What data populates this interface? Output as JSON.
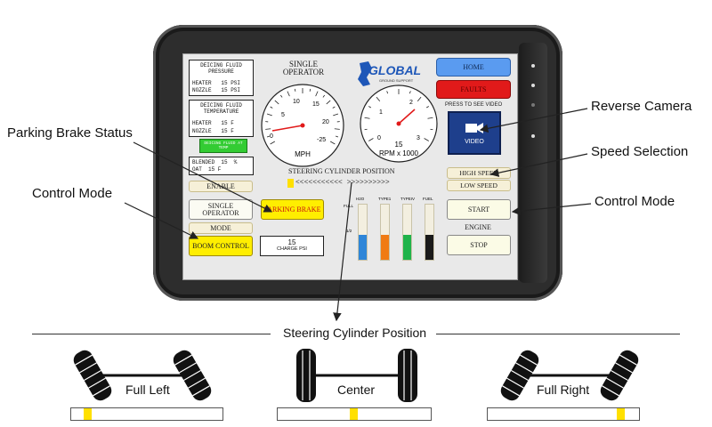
{
  "screen": {
    "deicing_pressure": {
      "title": "DEICING FLUID PRESSURE",
      "heater": "HEATER   15 PSI",
      "nozzle": "NOZZLE   15 PSI"
    },
    "deicing_temp": {
      "title": "DEICING FLUID TEMPERATURE",
      "heater": "HEATER   15 F",
      "nozzle": "NOZZLE   15 F"
    },
    "at_temp_badge": "DEICING FLUID AT TEMP",
    "blend": {
      "blended": "BLENDED  15  %",
      "oat": "OAT  15 F"
    },
    "enable_label": "ENABLE",
    "operator_button": "SINGLE OPERATOR",
    "mode_label": "MODE",
    "boom_button": "BOOM CONTROL",
    "operator_title": "SINGLE OPERATOR",
    "parking_brake_button": "PARKING BRAKE",
    "charge": {
      "value": "15",
      "unit": "CHARGE PSI"
    },
    "speed_gauge": {
      "unit": "MPH",
      "ticks": [
        "0",
        "5",
        "10",
        "15",
        "20",
        "-25"
      ]
    },
    "rpm_gauge": {
      "unit": "RPM x 1000",
      "value": "15",
      "ticks": [
        "0",
        "1",
        "2",
        "3"
      ]
    },
    "logo": {
      "name": "GLOBAL",
      "tagline": "GROUND SUPPORT"
    },
    "home_button": "HOME",
    "faults_button": "FAULTS",
    "video_hint": "PRESS TO SEE VIDEO",
    "video_button": "VIDEO",
    "steering_title": "STEERING CYLINDER POSITION",
    "high_speed": "HIGH SPEED",
    "low_speed": "LOW SPEED",
    "start_button": "START",
    "engine_label": "ENGINE",
    "stop_button": "STOP",
    "tanks": {
      "labels": [
        "H2O",
        "TYPE1",
        "TYPEIV",
        "FUEL"
      ],
      "levels": [
        0.45,
        0.45,
        0.45,
        0.45
      ],
      "colors": [
        "#2f86d8",
        "#f07b12",
        "#20b34a",
        "#1a1a1a"
      ],
      "full_label": "FULL",
      "half_label": "1/2"
    }
  },
  "callouts": {
    "parking_brake_status": "Parking Brake Status",
    "control_mode_left": "Control Mode",
    "reverse_camera": "Reverse Camera",
    "speed_selection": "Speed Selection",
    "control_mode_right": "Control Mode"
  },
  "steering_legend": {
    "title": "Steering Cylinder Position",
    "full_left": "Full Left",
    "center": "Center",
    "full_right": "Full Right"
  },
  "colors": {
    "yellow": "#ffee00",
    "home_blue": "#5a9bf0",
    "faults_red": "#e11a1a",
    "video_blue": "#1e3f8c",
    "brake_red": "#e11a1a",
    "badge_green": "#33cc33"
  }
}
